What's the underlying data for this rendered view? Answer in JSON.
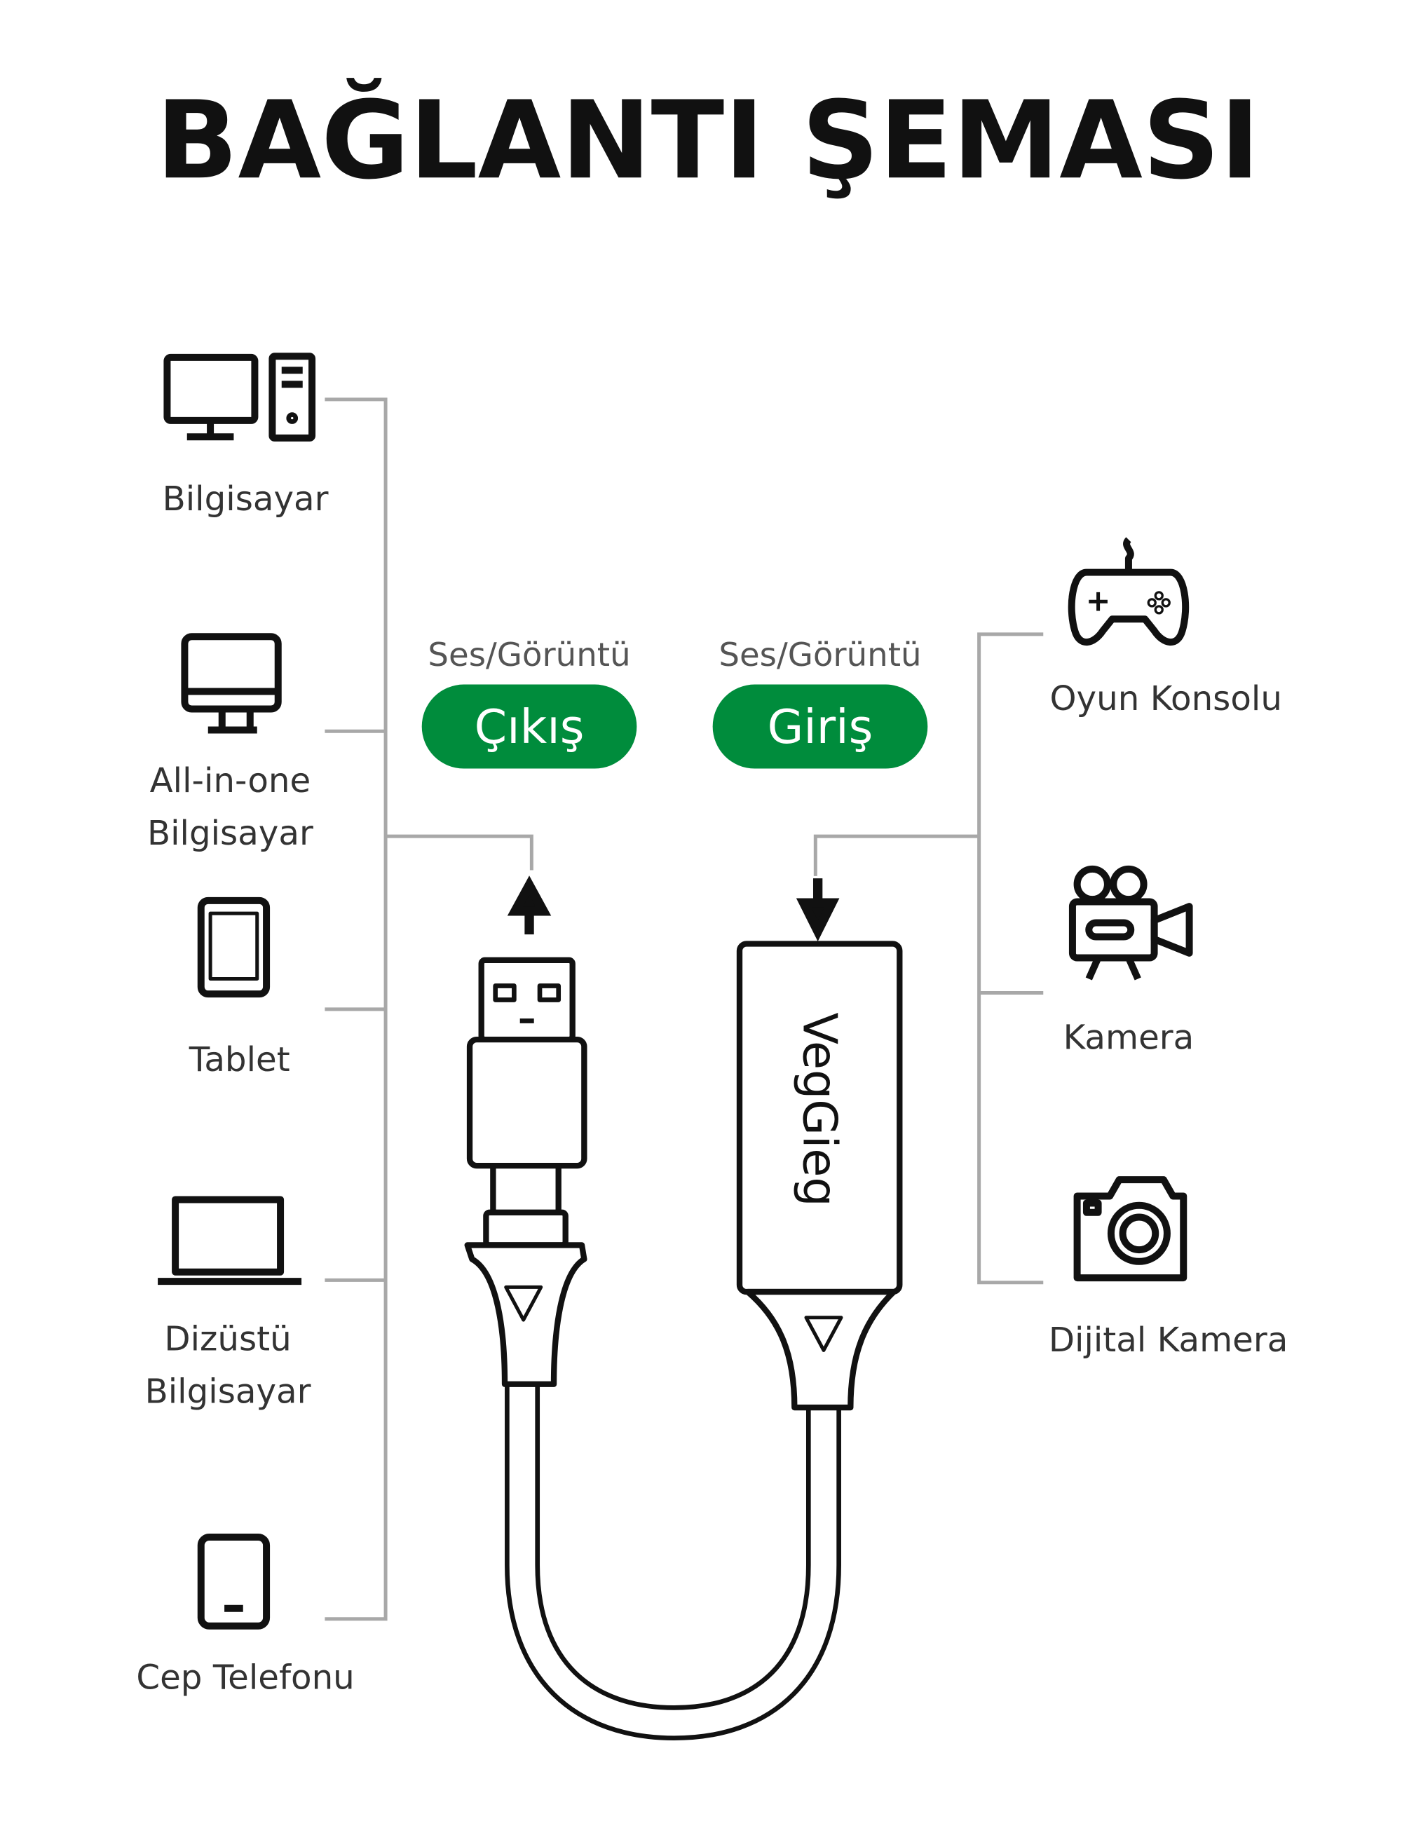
{
  "title": "BAĞLANTI ŞEMASI",
  "colors": {
    "accent": "#008c3c",
    "line": "#a8a8a8"
  },
  "sources": [
    {
      "icon": "desktop-computer-icon",
      "lines": [
        "Bilgisayar"
      ]
    },
    {
      "icon": "all-in-one-computer-icon",
      "lines": [
        "All-in-one",
        "Bilgisayar"
      ]
    },
    {
      "icon": "tablet-icon",
      "lines": [
        "Tablet"
      ]
    },
    {
      "icon": "laptop-icon",
      "lines": [
        "Dizüstü",
        "Bilgisayar"
      ]
    },
    {
      "icon": "mobile-phone-icon",
      "lines": [
        "Cep Telefonu"
      ]
    }
  ],
  "targets": [
    {
      "icon": "game-controller-icon",
      "lines": [
        "Oyun Konsolu"
      ]
    },
    {
      "icon": "video-camera-icon",
      "lines": [
        "Kamera"
      ]
    },
    {
      "icon": "photo-camera-icon",
      "lines": [
        "Dijital Kamera"
      ]
    }
  ],
  "output": {
    "caption": "Ses/Görüntü",
    "label": "Çıkış"
  },
  "input": {
    "caption": "Ses/Görüntü",
    "label": "Giriş"
  },
  "brand": "VegGieg"
}
